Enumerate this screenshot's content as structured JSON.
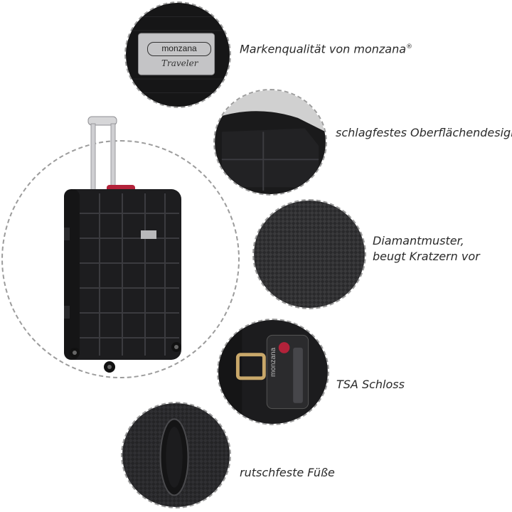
{
  "brand": {
    "name": "monzana",
    "model": "Traveler",
    "registered_mark": "®"
  },
  "features": [
    {
      "id": "brand-quality",
      "label": "Markenqualität von monzana",
      "suffix": "®"
    },
    {
      "id": "impact-surface",
      "label": "schlagfestes Oberflächendesign"
    },
    {
      "id": "diamond-pattern",
      "label_line1": "Diamantmuster,",
      "label_line2": "beugt Kratzern vor"
    },
    {
      "id": "tsa-lock",
      "label": "TSA Schloss"
    },
    {
      "id": "non-slip-feet",
      "label": "rutschfeste Füße"
    }
  ],
  "colors": {
    "suitcase": "#1c1c1e",
    "handle": "#c9c9cc",
    "circle_border": "#9c9c9c",
    "text": "#2a2a2a"
  }
}
